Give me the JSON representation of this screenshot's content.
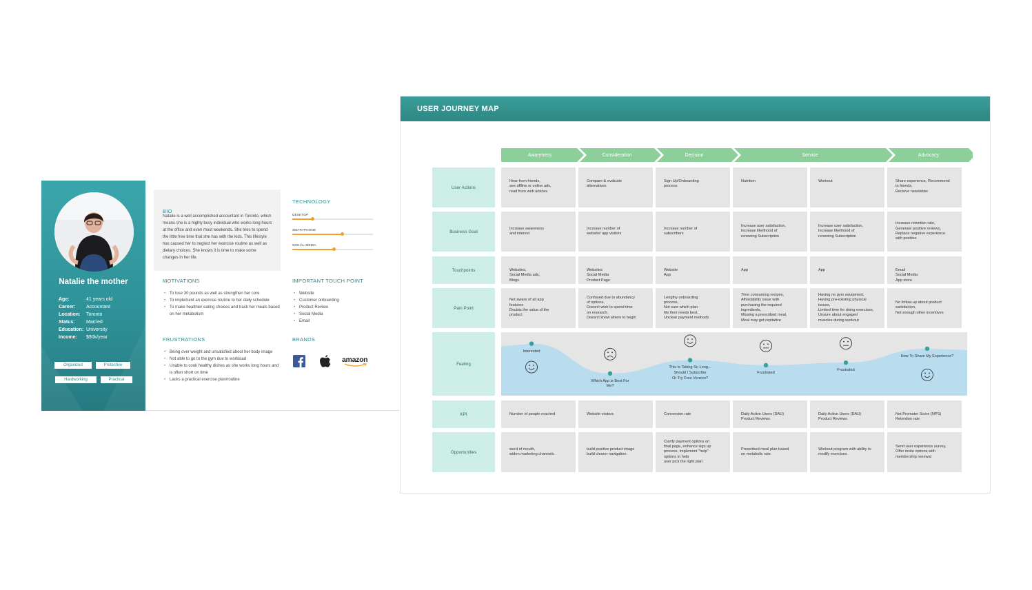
{
  "persona": {
    "name": "Natalie the mother",
    "info": [
      {
        "key": "Age:",
        "value": "41 years old"
      },
      {
        "key": "Career:",
        "value": "Accountant"
      },
      {
        "key": "Location:",
        "value": "Toronto"
      },
      {
        "key": "Status:",
        "value": "Married"
      },
      {
        "key": "Education:",
        "value": "University"
      },
      {
        "key": "Income:",
        "value": "$90k/year"
      }
    ],
    "traits": [
      "Organized",
      "Protective",
      "Hardworking",
      "Practical"
    ],
    "bio_title": "BIO",
    "bio": "Natalie is a well accomplished accountant in Toronto, which means she is a highly busy individual who works long hours at the office and even most weekends. She tries to spend the little free time that she has with the kids. This lifestyle has caused her to neglect her exercise routine as well as dietary choices. She knows it is time to make some changes in her life.",
    "motivations_title": "MOTIVATIONS",
    "motivations": [
      "To lose 30 pounds as well as strengthen her core",
      "To implement an exercise routine to her daily schedule",
      "To make healthier eating choices and track her meals based on her metabolism"
    ],
    "frustrations_title": "FRUSTRATIONS",
    "frustrations": [
      "Being over weight and unsatisfied about her body image",
      "Not able to go to the gym due to workload",
      "Unable to cook healthy dishes as she works long hours and is often short on time",
      "Lacks a practical exercise plan/routine"
    ],
    "technology_title": "TECHNOLOGY",
    "technology": [
      {
        "label": "DESKTOP",
        "level": 0.25
      },
      {
        "label": "SMARTPHONE",
        "level": 0.62
      },
      {
        "label": "SOCIAL MEDIA",
        "level": 0.52
      }
    ],
    "touch_title": "IMPORTANT TOUCH POINT",
    "touchpoints": [
      "Website",
      "Customer onboarding",
      "Product Review",
      "Social Media",
      "Email"
    ],
    "brands_title": "BRANDS",
    "brands": [
      "facebook-logo",
      "apple-logo",
      "amazon-logo"
    ],
    "amazon_text": "amazon",
    "colors": {
      "accent": "#2e8a8f",
      "tech": "#f0a02c"
    }
  },
  "journey": {
    "title": "USER JOURNEY MAP",
    "phases": [
      "Awareness",
      "Consideration",
      "Decision",
      "Service",
      "Advocacy"
    ],
    "rows": [
      {
        "label": "User Actions",
        "cells": [
          "Hear from friends,\nsee offline or online ads,\nread from web articles",
          "Compare & evaluate\nalternatives",
          "Sign Up/Onboarding\nprocess",
          "Nutrition",
          "Workout",
          "Share experience, Recommend\nto friends,\nRecieve newsletter"
        ]
      },
      {
        "label": "Business Goal",
        "cells": [
          "Increase awareness\nand interest",
          "Increase number of\nwebsite/ app visitors",
          "Increase number of\nsubscribers",
          "Increase user satisfaction,\nIncrease likelihood of\nrenewing Subscription",
          "Increase user satisfaction,\nIncrease likelihood of\nrenewing Subscription",
          "Increase retention rate,\nGenerate positive reviews,\nReplace negative experience\nwith positive"
        ]
      },
      {
        "label": "Touchpoints",
        "cells": [
          "Websites,\nSocial Media ads,\nBlogs",
          "Websites\nSocial Media\nProduct Page",
          "Website\nApp",
          "App",
          "App",
          "Email\nSocial Media\nApp store"
        ]
      },
      {
        "label": "Pain Point",
        "cells": [
          "Not aware of all app\nfeatures\nDoubts the value of the\nproduct",
          "Confused due to abundancy\nof options,\nDoesn't wish to spend time\non research,\nDoesn't know where to begin",
          "Lengthy onboarding\nprocess,\nNot sure which plan\nfits their needs best,\nUnclear payment methods",
          "Time consuming recipes,\nAffordability issue with\npurchasing the required\ningredients,\nMissing a prescribed meal,\nMeal may get repitative",
          "Having no gym equipment,\nHaving pre-existing physical\nissues,\nLimited time for doing exercises,\nUnsure about engaged\nmuscles during workout",
          "No follow-up about product\nsatisfaction,\nNot enough other incentives"
        ]
      },
      {
        "label": "Feeling",
        "cells": []
      },
      {
        "label": "KPI",
        "cells": [
          "Number of people reached",
          "Website visitors",
          "Conversion rate",
          "Daily Active Users (DAU)\nProduct Reviews",
          "Daily Active Users (DAU)\nProduct Reviews",
          "Net Promoter Score (NPS)\nRetention rate"
        ]
      },
      {
        "label": "Opportunities",
        "cells": [
          "word of mouth,\nwiden marketing channels",
          "build positive product image\nbuild clearer navigation",
          "Clarify payment options on\nfinal page, enhance sign up\nprocess, implement \"help\"\noptions to help\nuser pick the right plan",
          "Prescribed meal plan based\non metabolic rate",
          "Workout program with ability to\nmodify exercises",
          "Send user experience survey,\nOffer invite options with\nmembership renewal"
        ]
      }
    ],
    "feelings": [
      {
        "label": "Interested",
        "mood": "happy",
        "level": 0.82
      },
      {
        "label": "Which App is Best For\nMe?",
        "mood": "sad",
        "level": 0.35
      },
      {
        "label": "This Is Taking So Long...\nShould I Subscribe\nOr Try Free Version?",
        "mood": "happy",
        "level": 0.56
      },
      {
        "label": "Frustrated",
        "mood": "neutral",
        "level": 0.48
      },
      {
        "label": "Frustrated",
        "mood": "neutral",
        "level": 0.52
      },
      {
        "label": "How To Share My Experience?",
        "mood": "happy",
        "level": 0.74
      }
    ],
    "colors": {
      "header": "#2e8783",
      "phase": "#8ccf9a",
      "label_bg": "#cdeee6",
      "cell_bg": "#e5e5e5",
      "wave": "#b9dcee",
      "dot": "#3c9e9c"
    }
  }
}
